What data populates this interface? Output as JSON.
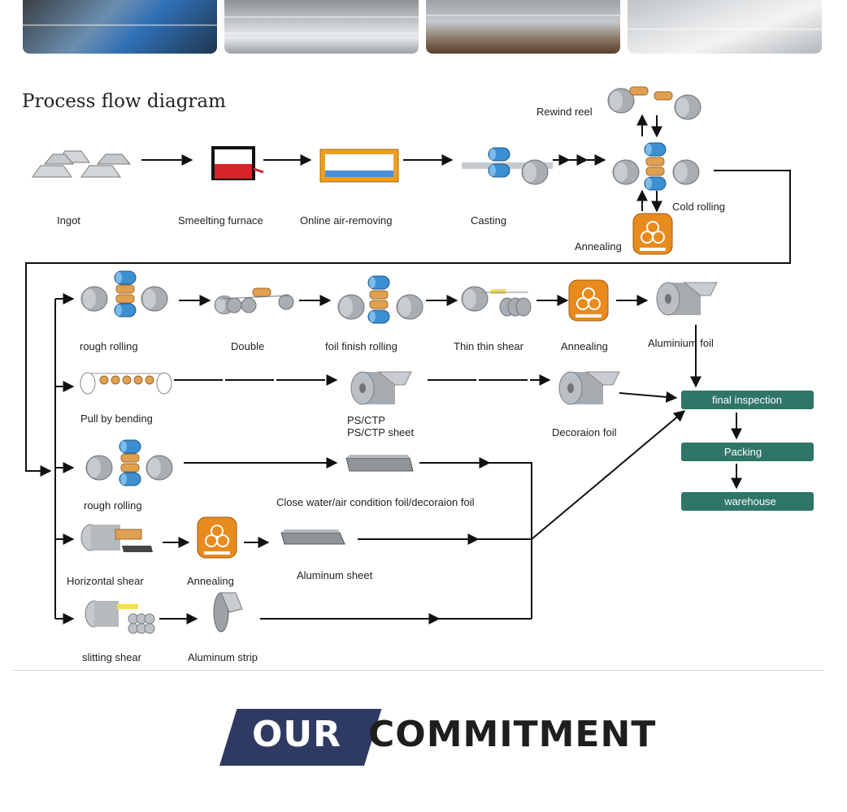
{
  "photos": [
    "aluminum-coil-photo",
    "aluminum-sheet-stack-photo",
    "aluminum-plate-pallet-photo",
    "aluminum-sheet-photo"
  ],
  "diagram": {
    "title": "Process flow diagram",
    "labels": {
      "ingot": "Ingot",
      "smelting": "Smeelting furnace",
      "air_removing": "Online air-removing",
      "casting": "Casting",
      "rewind": "Rewind reel",
      "cold_rolling": "Cold rolling",
      "annealing_top": "Annealing",
      "rough_rolling_1": "rough rolling",
      "double": "Double",
      "foil_finish": "foil finish rolling",
      "thin_shear": "Thin thin shear",
      "annealing_2": "Annealing",
      "aluminium_foil": "Aluminium foil",
      "pull_bending": "Pull by bending",
      "ps_ctp_1": "PS/CTP",
      "ps_ctp_2": "PS/CTP sheet",
      "decoraion_foil": "Decoraion foil",
      "rough_rolling_2": "rough rolling",
      "close_water": "Close water/air condition foil/decoraion foil",
      "horizontal_shear": "Horizontal shear",
      "annealing_3": "Annealing",
      "aluminum_sheet": "Aluminum sheet",
      "slitting_shear": "slitting shear",
      "aluminum_strip": "Aluminum strip"
    },
    "boxes": {
      "final_inspection": "final inspection",
      "packing": "Packing",
      "warehouse": "warehouse"
    },
    "box_color": "#2f7668"
  },
  "commitment": {
    "our": "OUR",
    "rest": "COMMITMENT",
    "badge_color": "#2f3a63"
  }
}
